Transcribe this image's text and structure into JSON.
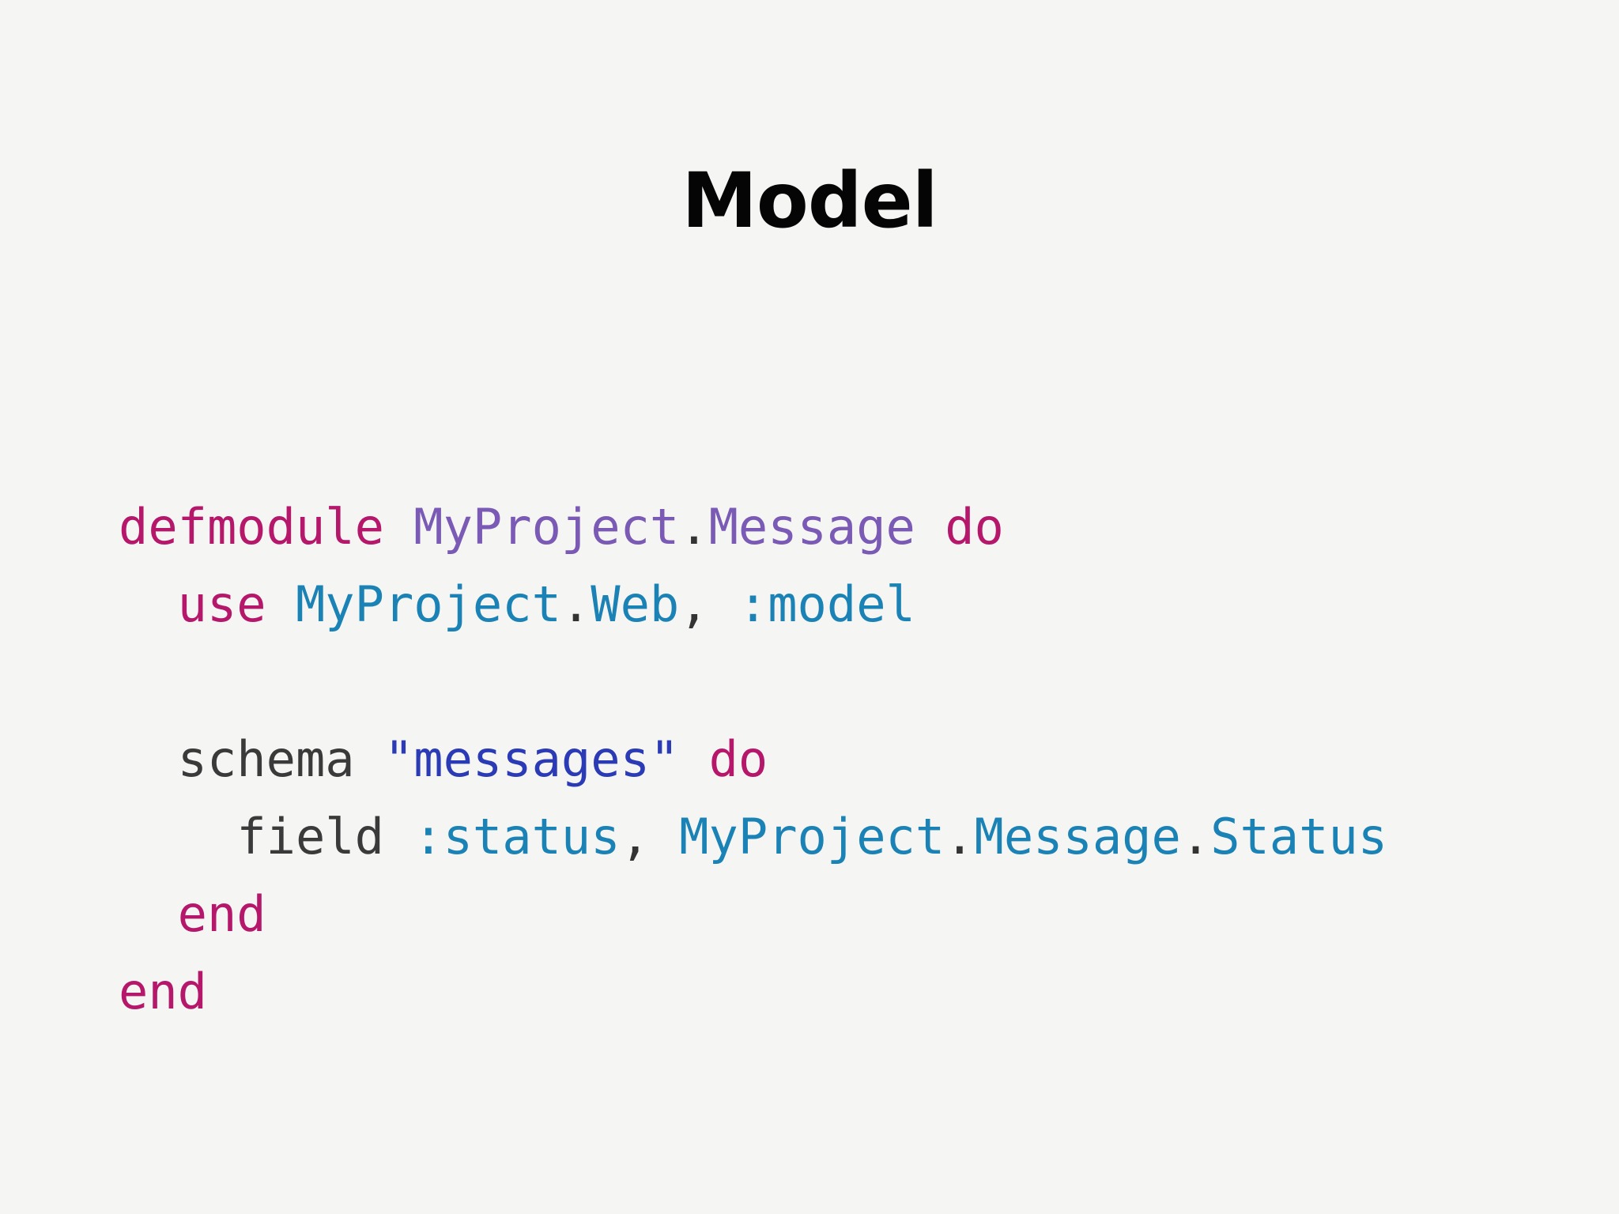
{
  "slide": {
    "title": "Model",
    "background_color": "#f5f5f3",
    "title_color": "#050505"
  },
  "palette": {
    "keyword": "#b5176b",
    "module_purple": "#7a5ab5",
    "alias_blue": "#1b82b5",
    "atom_blue": "#1b82b5",
    "string_blue": "#2a3bb5",
    "plain_text": "#3a3a3a",
    "punctuation": "#333333"
  },
  "code": {
    "language": "elixir",
    "lines": [
      {
        "indent": "",
        "tokens": [
          {
            "text": "defmodule",
            "type": "keyword"
          },
          {
            "text": " ",
            "type": "plain"
          },
          {
            "text": "MyProject",
            "type": "module"
          },
          {
            "text": ".",
            "type": "punct"
          },
          {
            "text": "Message",
            "type": "module"
          },
          {
            "text": " ",
            "type": "plain"
          },
          {
            "text": "do",
            "type": "keyword"
          }
        ]
      },
      {
        "indent": "  ",
        "tokens": [
          {
            "text": "use",
            "type": "keyword"
          },
          {
            "text": " ",
            "type": "plain"
          },
          {
            "text": "MyProject",
            "type": "alias"
          },
          {
            "text": ".",
            "type": "punct"
          },
          {
            "text": "Web",
            "type": "alias"
          },
          {
            "text": ",",
            "type": "punct"
          },
          {
            "text": " ",
            "type": "plain"
          },
          {
            "text": ":model",
            "type": "atom"
          }
        ]
      },
      {
        "indent": "",
        "tokens": []
      },
      {
        "indent": "  ",
        "tokens": [
          {
            "text": "schema",
            "type": "plain"
          },
          {
            "text": " ",
            "type": "plain"
          },
          {
            "text": "\"messages\"",
            "type": "string"
          },
          {
            "text": " ",
            "type": "plain"
          },
          {
            "text": "do",
            "type": "keyword"
          }
        ]
      },
      {
        "indent": "    ",
        "tokens": [
          {
            "text": "field",
            "type": "plain"
          },
          {
            "text": " ",
            "type": "plain"
          },
          {
            "text": ":status",
            "type": "atom"
          },
          {
            "text": ",",
            "type": "punct"
          },
          {
            "text": " ",
            "type": "plain"
          },
          {
            "text": "MyProject",
            "type": "alias"
          },
          {
            "text": ".",
            "type": "punct"
          },
          {
            "text": "Message",
            "type": "alias"
          },
          {
            "text": ".",
            "type": "punct"
          },
          {
            "text": "Status",
            "type": "alias"
          }
        ]
      },
      {
        "indent": "  ",
        "tokens": [
          {
            "text": "end",
            "type": "keyword"
          }
        ]
      },
      {
        "indent": "",
        "tokens": [
          {
            "text": "end",
            "type": "keyword"
          }
        ]
      }
    ]
  }
}
